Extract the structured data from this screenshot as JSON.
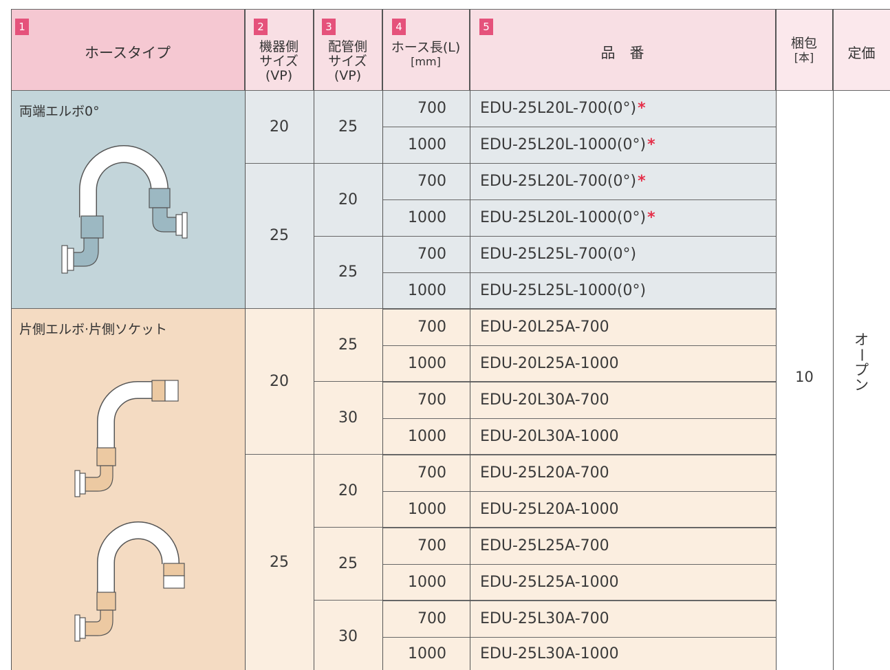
{
  "header": {
    "hose_type": {
      "num": "1",
      "label": "ホースタイプ"
    },
    "device_size": {
      "num": "2",
      "line1": "機器側",
      "line2": "サイズ",
      "line3": "(VP)"
    },
    "pipe_size": {
      "num": "3",
      "line1": "配管側",
      "line2": "サイズ",
      "line3": "(VP)"
    },
    "hose_length": {
      "num": "4",
      "line1": "ホース長(L)",
      "line2": "[mm]"
    },
    "part_number": {
      "num": "5",
      "label": "品　番"
    },
    "package": {
      "line1": "梱包",
      "line2": "[本]"
    },
    "price": {
      "label": "定価"
    }
  },
  "sections": [
    {
      "type_label": "両端エルボ0°",
      "theme": "blue"
    },
    {
      "type_label": "片側エルボ·片側ソケット",
      "theme": "orange"
    }
  ],
  "device_sizes": [
    "20",
    "25",
    "20",
    "25"
  ],
  "pipe_sizes": [
    "25",
    "20",
    "25",
    "25",
    "30",
    "20",
    "25",
    "30"
  ],
  "rows": [
    {
      "length": "700",
      "part": "EDU-25L20L-700(0°)",
      "star": "*"
    },
    {
      "length": "1000",
      "part": "EDU-25L20L-1000(0°)",
      "star": "*"
    },
    {
      "length": "700",
      "part": "EDU-25L20L-700(0°)",
      "star": "*"
    },
    {
      "length": "1000",
      "part": "EDU-25L20L-1000(0°)",
      "star": "*"
    },
    {
      "length": "700",
      "part": "EDU-25L25L-700(0°)",
      "star": ""
    },
    {
      "length": "1000",
      "part": "EDU-25L25L-1000(0°)",
      "star": ""
    },
    {
      "length": "700",
      "part": "EDU-20L25A-700",
      "star": ""
    },
    {
      "length": "1000",
      "part": "EDU-20L25A-1000",
      "star": ""
    },
    {
      "length": "700",
      "part": "EDU-20L30A-700",
      "star": ""
    },
    {
      "length": "1000",
      "part": "EDU-20L30A-1000",
      "star": ""
    },
    {
      "length": "700",
      "part": "EDU-25L20A-700",
      "star": ""
    },
    {
      "length": "1000",
      "part": "EDU-25L20A-1000",
      "star": ""
    },
    {
      "length": "700",
      "part": "EDU-25L25A-700",
      "star": ""
    },
    {
      "length": "1000",
      "part": "EDU-25L25A-1000",
      "star": ""
    },
    {
      "length": "700",
      "part": "EDU-25L30A-700",
      "star": ""
    },
    {
      "length": "1000",
      "part": "EDU-25L30A-1000",
      "star": ""
    }
  ],
  "package_qty": "10",
  "price_value": {
    "c1": "オ",
    "c2": "ー",
    "c3": "プ",
    "c4": "ン"
  },
  "colors": {
    "accent_pink": "#e5527b",
    "header_pink": "#f5c8d2",
    "blue_dark": "#c3d5da",
    "blue_light": "#e4e9ec",
    "orange_dark": "#f4dbc2",
    "orange_light": "#fbeee0",
    "star_red": "#e5304a"
  },
  "icons": [
    "double-elbow-hose-icon",
    "elbow-socket-hose-icon",
    "elbow-socket-hose-u-icon"
  ]
}
